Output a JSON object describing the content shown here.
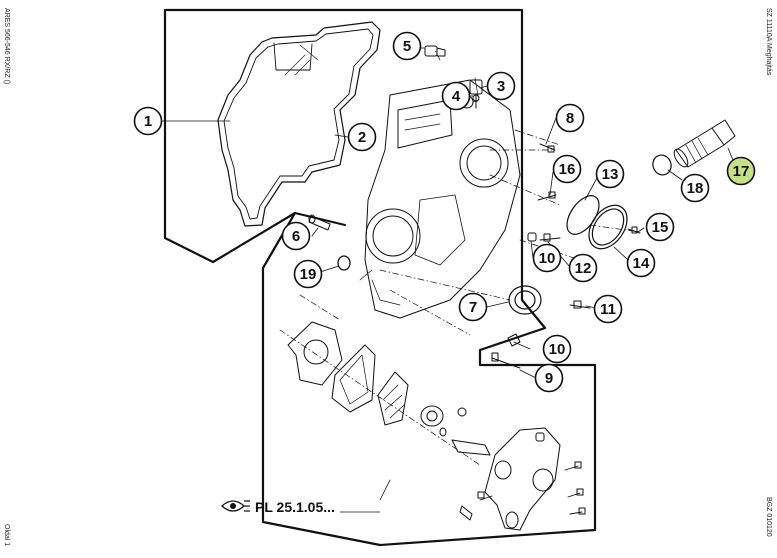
{
  "margin": {
    "left_top": "ARES 566-546 RX/RZ ()",
    "left_bottom": "Oldal 1",
    "right_top": "SZ 11110A  Meghajtás",
    "right_bottom": "BGZ 010120"
  },
  "reference": {
    "icon": "eye-reference-icon",
    "text": "PL 25.1.05..."
  },
  "callouts": [
    {
      "id": "c1",
      "label": "1"
    },
    {
      "id": "c2",
      "label": "2"
    },
    {
      "id": "c3",
      "label": "3"
    },
    {
      "id": "c4",
      "label": "4"
    },
    {
      "id": "c5",
      "label": "5"
    },
    {
      "id": "c6",
      "label": "6"
    },
    {
      "id": "c7",
      "label": "7"
    },
    {
      "id": "c8",
      "label": "8"
    },
    {
      "id": "c9",
      "label": "9"
    },
    {
      "id": "c10a",
      "label": "10"
    },
    {
      "id": "c10b",
      "label": "10"
    },
    {
      "id": "c11",
      "label": "11"
    },
    {
      "id": "c12",
      "label": "12"
    },
    {
      "id": "c13",
      "label": "13"
    },
    {
      "id": "c14",
      "label": "14"
    },
    {
      "id": "c15",
      "label": "15"
    },
    {
      "id": "c16",
      "label": "16"
    },
    {
      "id": "c17",
      "label": "17",
      "highlight": "#c5e08a"
    },
    {
      "id": "c18",
      "label": "18"
    },
    {
      "id": "c19",
      "label": "19"
    }
  ]
}
